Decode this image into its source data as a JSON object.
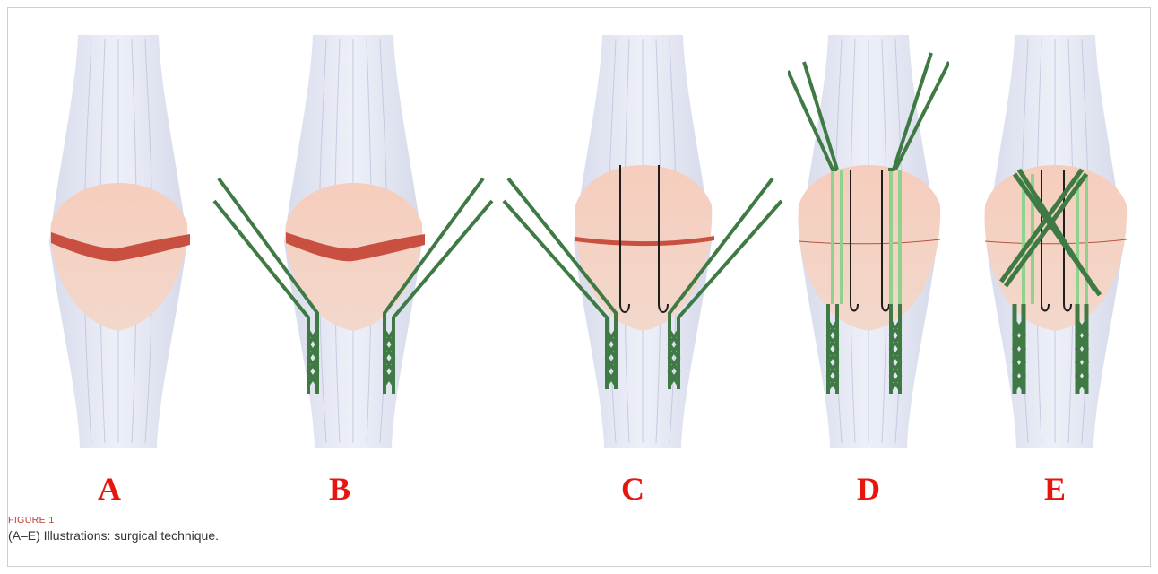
{
  "figure": {
    "label": "FIGURE 1",
    "caption": "(A–E) Illustrations: surgical technique.",
    "panels": [
      "A",
      "B",
      "C",
      "D",
      "E"
    ],
    "colors": {
      "tendon": "#dfe3f0",
      "tendon_stripe": "#aab2d0",
      "patch": "#f4d3c3",
      "tear": "#c95040",
      "suture_dark": "#3f7a45",
      "suture_light": "#8fd18d",
      "inner_suture": "#1e1e1e",
      "panel_letter": "#e8140e"
    }
  }
}
